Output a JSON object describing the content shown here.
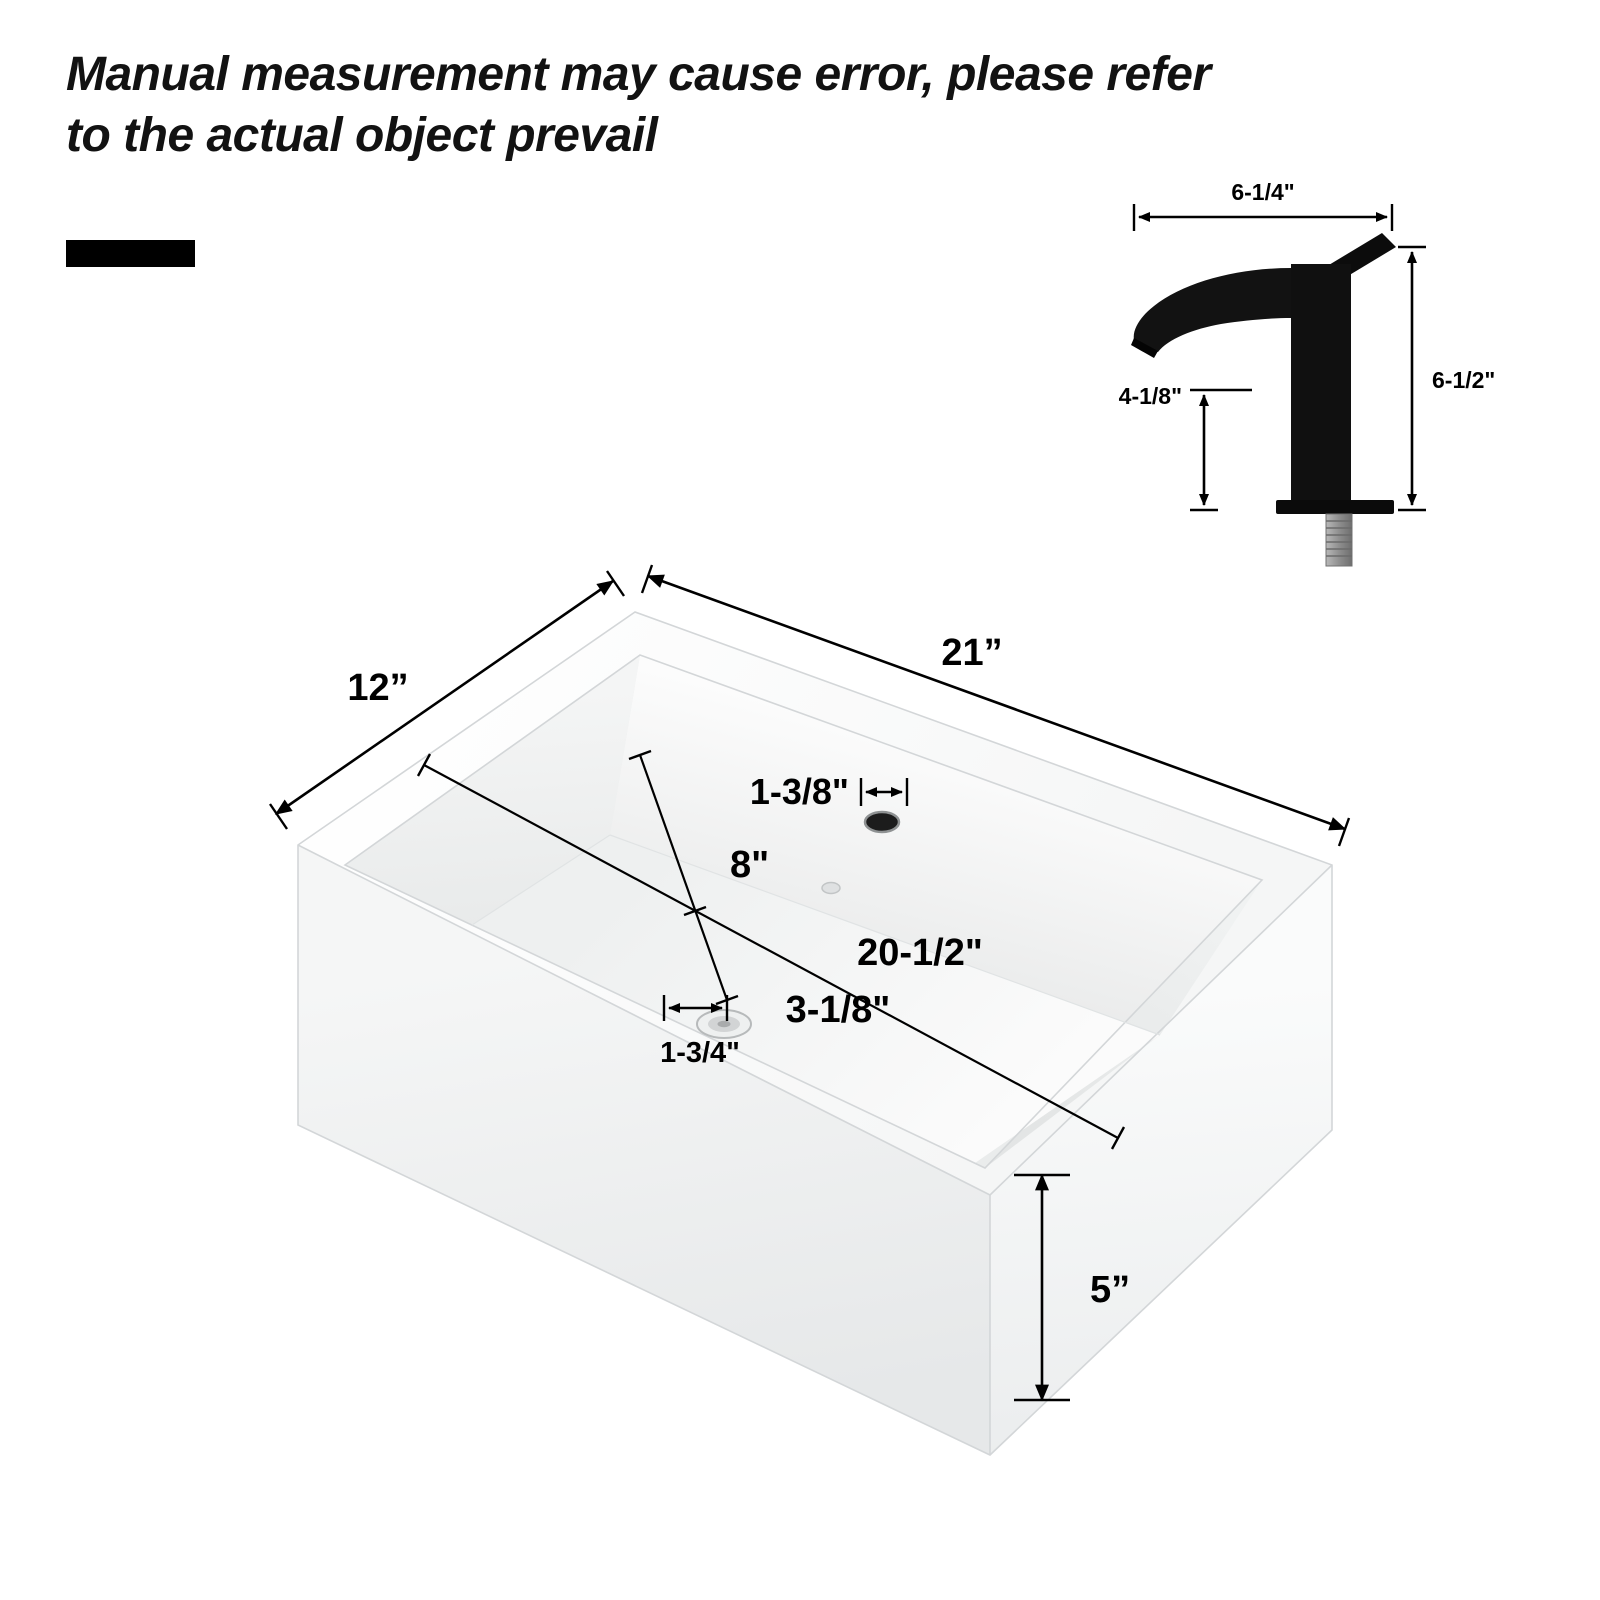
{
  "disclaimer": {
    "line1": "Manual measurement may cause error, please refer",
    "line2": "to the actual object prevail"
  },
  "faucet_diagram": {
    "width_label": "6-1/4\"",
    "height_label": "6-1/2\"",
    "spout_height_label": "4-1/8\""
  },
  "sink_diagram": {
    "depth_label": "12”",
    "width_label": "21”",
    "faucet_hole_label": "1-3/8\"",
    "drain_to_corner_label": "8\"",
    "inner_length_label": "20-1/2\"",
    "drain_offset_label": "3-1/8\"",
    "drain_diameter_label": "1-3/4\"",
    "height_label": "5”"
  },
  "colors": {
    "ink": "#000000",
    "faucet": "#101010",
    "ceramic_edge": "#d3d6d8"
  }
}
